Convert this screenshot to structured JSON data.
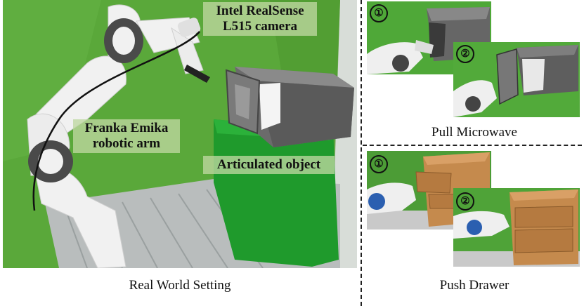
{
  "main_photo": {
    "labels": {
      "camera": [
        "Intel RealSense",
        "L515 camera"
      ],
      "arm": [
        "Franka Emika",
        "robotic arm"
      ],
      "object": "Articulated object"
    },
    "caption": "Real World Setting"
  },
  "tasks": [
    {
      "caption": "Pull Microwave",
      "steps": [
        "①",
        "②"
      ]
    },
    {
      "caption": "Push Drawer",
      "steps": [
        "①",
        "②"
      ]
    }
  ],
  "colors": {
    "green_screen": "#5aa83a",
    "floor": "#b9bdbd",
    "robot": "#f1f1f1",
    "microwave": "#6b6b6b",
    "drawer_wood": "#c58a4d",
    "separator": "#222222"
  }
}
